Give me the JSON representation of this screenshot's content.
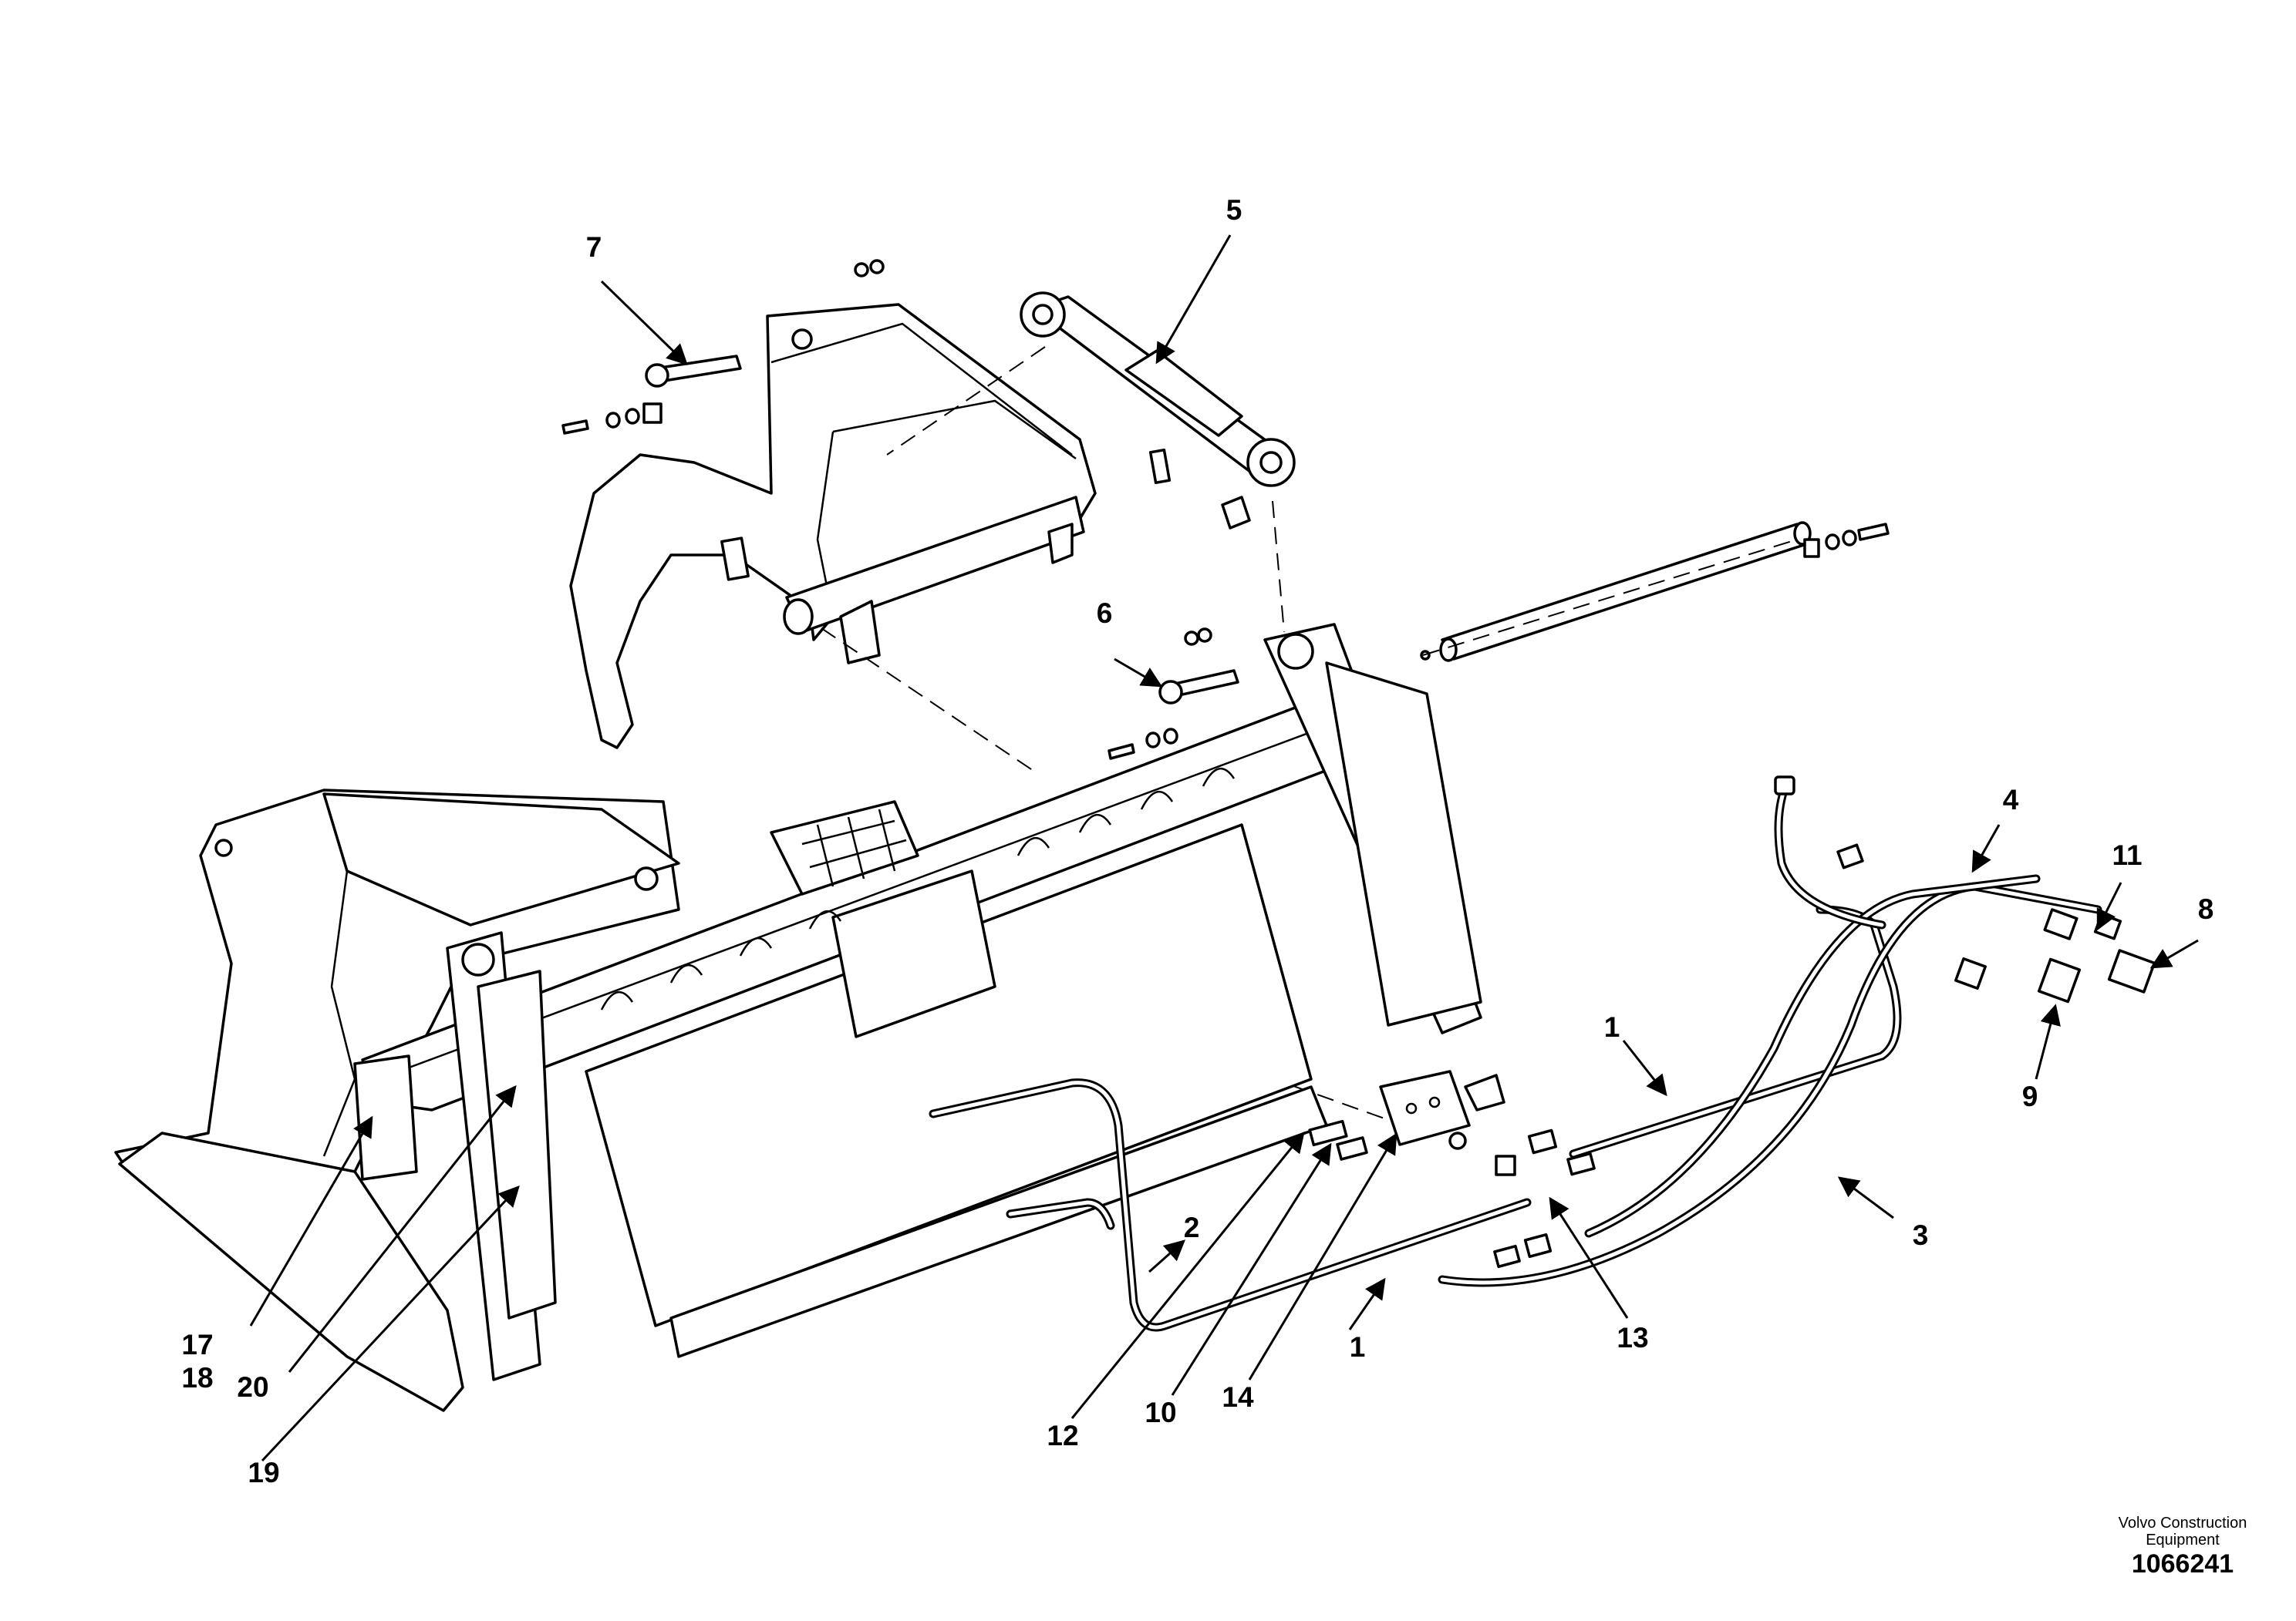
{
  "callouts": [
    "1",
    "1",
    "2",
    "3",
    "4",
    "5",
    "6",
    "7",
    "8",
    "9",
    "10",
    "11",
    "12",
    "13",
    "14",
    "17",
    "18",
    "19",
    "20"
  ],
  "credit": {
    "line1": "Volvo Construction",
    "line2": "Equipment",
    "document_number": "1066241"
  }
}
